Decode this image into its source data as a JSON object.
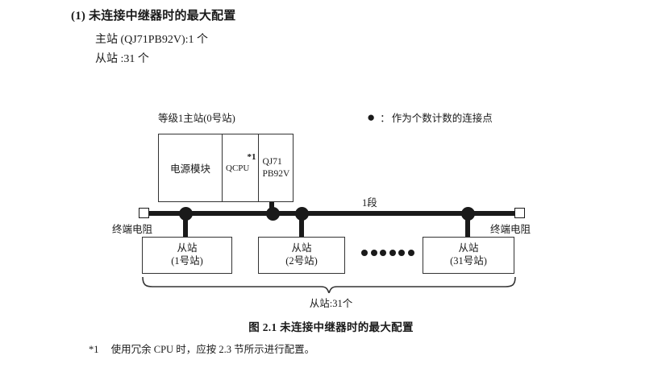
{
  "section": {
    "heading": "(1) 未连接中继器时的最大配置",
    "spec_master": "主站 (QJ71PB92V):1 个",
    "spec_slave": "从站 :31 个"
  },
  "diagram": {
    "master": {
      "label": "等级1主站(0号站)",
      "modules": [
        {
          "name": "电源模块"
        },
        {
          "name": "QCPU",
          "footnote_mark": "*1"
        },
        {
          "name_line1": "QJ71",
          "name_line2": "PB92V"
        }
      ]
    },
    "legend": {
      "symbol": "●",
      "separator": "：",
      "text": "作为个数计数的连接点"
    },
    "bus": {
      "segment_label": "1段",
      "terminator_left_label": "终端电阻",
      "terminator_right_label": "终端电阻"
    },
    "slaves": [
      {
        "title": "从站",
        "station": "(1号站)"
      },
      {
        "title": "从站",
        "station": "(2号站)"
      },
      {
        "title": "从站",
        "station": "(31号站)"
      }
    ],
    "ellipsis_dot_count": 6,
    "brace_label": "从站:31个"
  },
  "caption": "图 2.1  未连接中继器时的最大配置",
  "footnote": {
    "mark": "*1",
    "text": "使用冗余 CPU 时，应按 2.3 节所示进行配置。"
  },
  "colors": {
    "ink": "#1a1a1a",
    "line": "#333333",
    "page": "#ffffff"
  }
}
